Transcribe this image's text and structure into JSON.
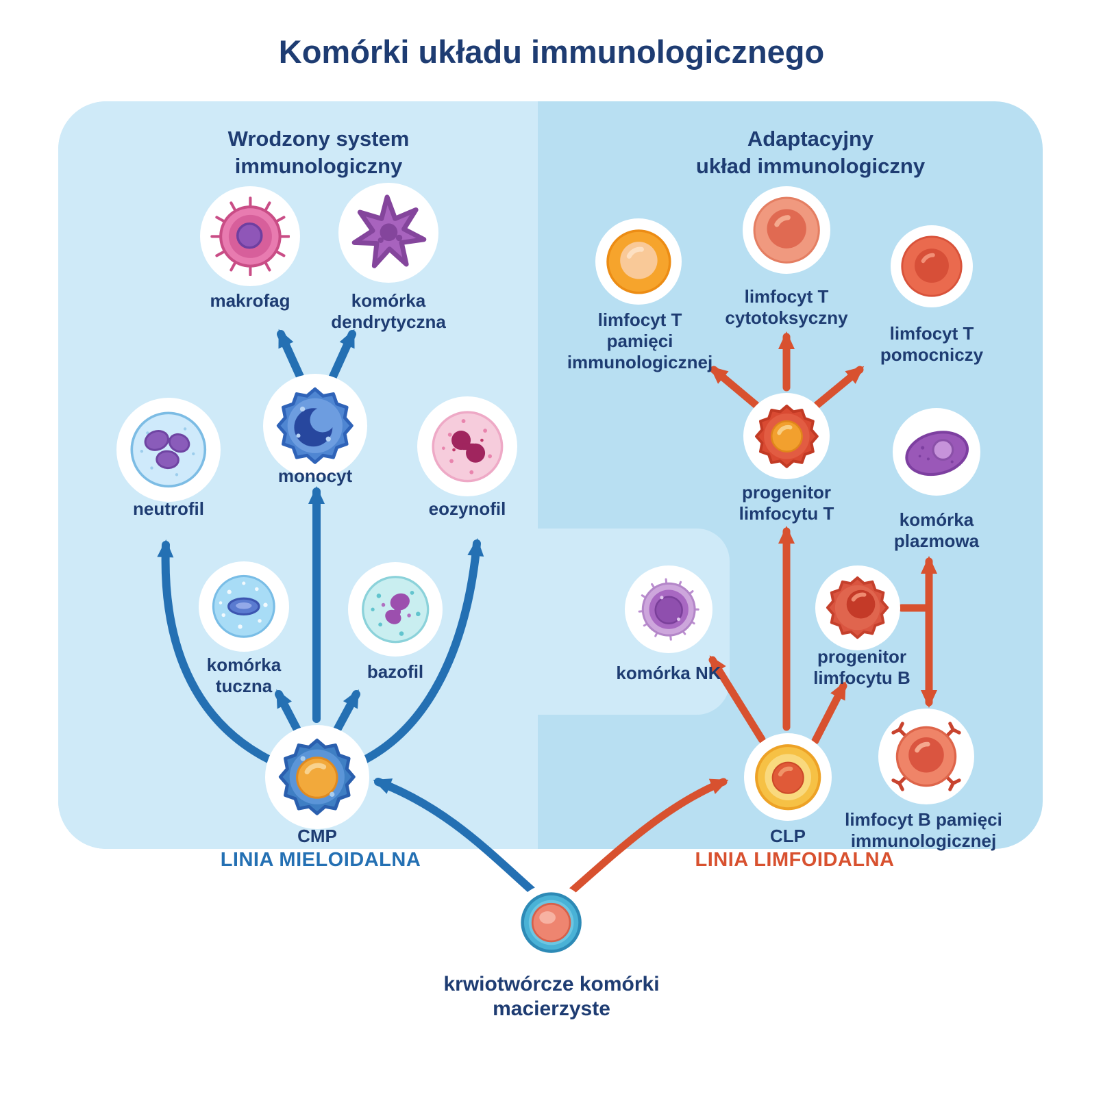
{
  "title": "Komórki układu immunologicznego",
  "panels": {
    "innate_heading": "Wrodzony system\nimmunologiczny",
    "adaptive_heading": "Adaptacyjny\nukład immunologiczny"
  },
  "lineages": {
    "myeloid": "LINIA MIELOIDALNA",
    "lymphoid": "LINIA LIMFOIDALNA"
  },
  "cells": {
    "makrofag": "makrofag",
    "dendrytyczna": "komórka\ndendrytyczna",
    "monocyt": "monocyt",
    "neutrofil": "neutrofil",
    "eozynofil": "eozynofil",
    "tuczna": "komórka\ntuczna",
    "bazofil": "bazofil",
    "cmp": "CMP",
    "pamieci_t": "limfocyt T\npamięci\nimmunologicznej",
    "cytotoksyczny": "limfocyt T\ncytotoksyczny",
    "pomocniczy": "limfocyt T\npomocniczy",
    "progenitor_t": "progenitor\nlimfocytu T",
    "plazmowa": "komórka\nplazmowa",
    "nk": "komórka NK",
    "progenitor_b": "progenitor\nlimfocytu B",
    "pamieci_b": "limfocyt B pamięci\nimmunologicznej",
    "clp": "CLP"
  },
  "stem_label": "krwiotwórcze komórki\nmacierzyste",
  "colors": {
    "title_navy": "#1e3c72",
    "myeloid_blue": "#2470b3",
    "lymphoid_red": "#d8512f",
    "panel_light": "#cfeaf8",
    "panel_dark": "#b8dff2"
  }
}
